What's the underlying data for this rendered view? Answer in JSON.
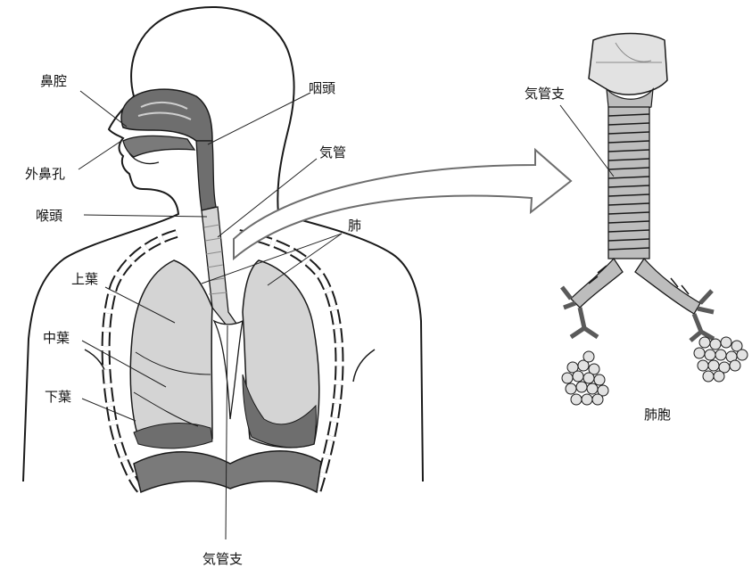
{
  "labels": {
    "nasal_cavity": "鼻腔",
    "nostril": "外鼻孔",
    "larynx": "喉頭",
    "pharynx": "咽頭",
    "trachea": "気管",
    "lung": "肺",
    "upper_lobe": "上葉",
    "middle_lobe": "中葉",
    "lower_lobe": "下葉",
    "bronchus_bottom": "気管支",
    "bronchus_right": "気管支",
    "alveoli": "肺胞"
  },
  "colors": {
    "outline": "#1a1a1a",
    "lung_fill": "#d4d4d4",
    "dark_tissue": "#6e6e6e",
    "airway": "#7a7a7a",
    "light_gray": "#e2e2e2",
    "background": "#ffffff"
  }
}
